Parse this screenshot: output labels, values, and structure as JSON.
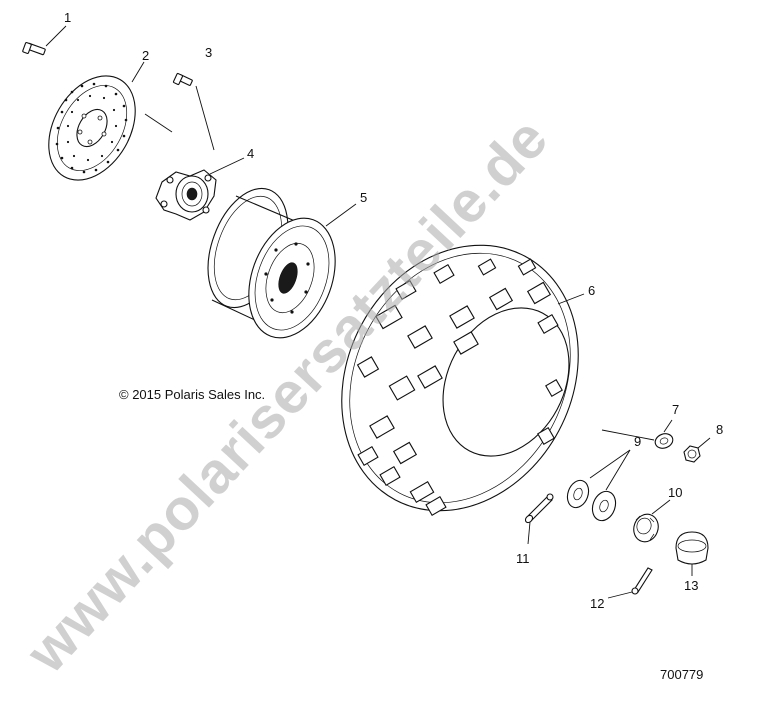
{
  "copyright": "© 2015 Polaris Sales Inc.",
  "figure_number": "700779",
  "watermark": "www.polarisersatzteile.de",
  "callouts": [
    "1",
    "2",
    "3",
    "4",
    "5",
    "6",
    "7",
    "8",
    "9",
    "10",
    "11",
    "12",
    "13"
  ]
}
